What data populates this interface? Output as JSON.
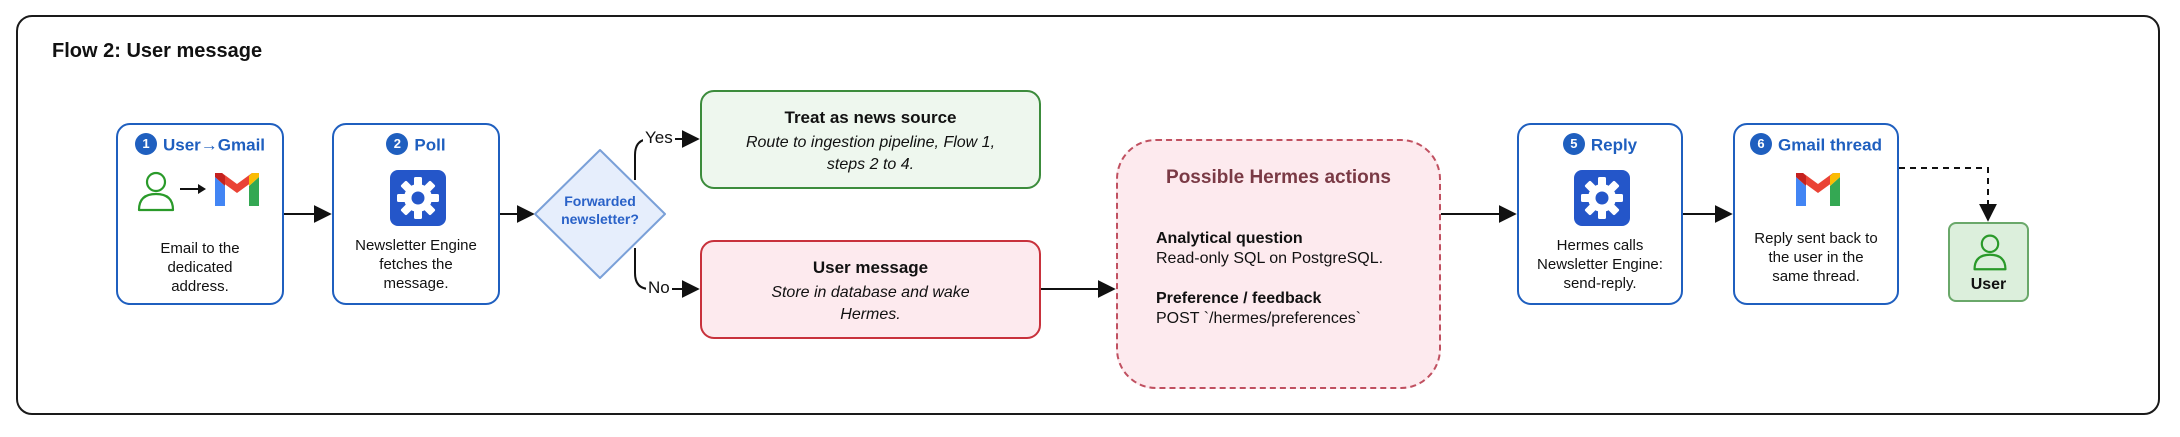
{
  "title": "Flow 2: User message",
  "steps": [
    {
      "number": "1",
      "title": "User→Gmail",
      "desc": "Email to the dedicated address."
    },
    {
      "number": "2",
      "title": "Poll",
      "desc": "Newsletter Engine fetches the message."
    },
    {
      "number": "5",
      "title": "Reply",
      "desc": "Hermes calls Newsletter Engine: send-reply."
    },
    {
      "number": "6",
      "title": "Gmail thread",
      "desc": "Reply sent back to the user in the same thread."
    }
  ],
  "decision": {
    "label": "Forwarded newsletter?",
    "yes": "Yes",
    "no": "No"
  },
  "news_source": {
    "title": "Treat as news source",
    "desc": "Route to ingestion pipeline, Flow 1, steps 2 to 4."
  },
  "user_message": {
    "title": "User message",
    "desc": "Store in database and wake Hermes."
  },
  "actions": {
    "title": "Possible Hermes actions",
    "items": [
      {
        "title": "Analytical question",
        "desc": "Read-only SQL on PostgreSQL."
      },
      {
        "title": "Preference / feedback",
        "desc": "POST `/hermes/preferences`"
      }
    ]
  },
  "end_user": {
    "label": "User"
  },
  "colors": {
    "step_border": "#1f5fbf",
    "green_fill": "#eef7ee",
    "red_fill": "#fdeaee",
    "gear_fill": "#2456c9"
  },
  "icons": [
    "user-icon",
    "gmail-icon",
    "gear-icon"
  ]
}
